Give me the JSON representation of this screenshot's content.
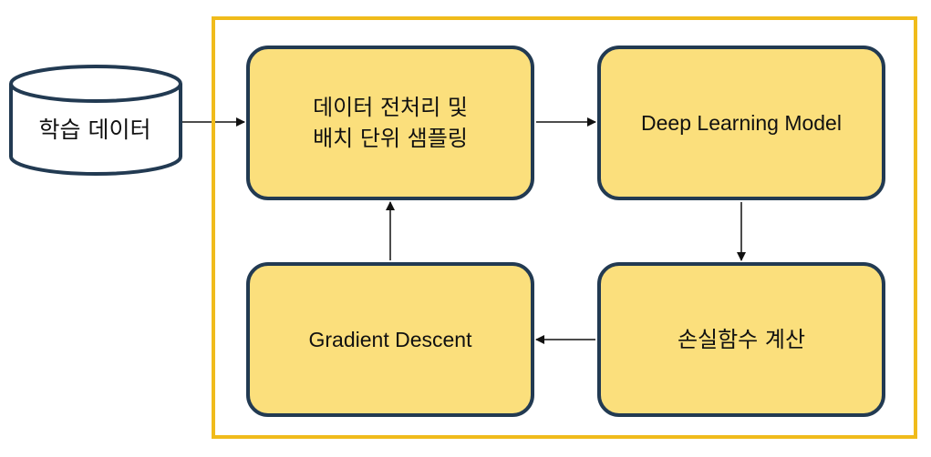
{
  "diagram": {
    "data_source": {
      "label": "학습 데이터"
    },
    "nodes": {
      "preprocess": {
        "line1": "데이터 전처리 및",
        "line2": "배치 단위 샘플링"
      },
      "model": {
        "label": "Deep Learning Model"
      },
      "loss": {
        "label": "손실함수 계산"
      },
      "gradient": {
        "label": "Gradient Descent"
      }
    },
    "colors": {
      "frame_border": "#f0bb1b",
      "box_fill": "#fbdf7c",
      "box_border": "#223a52",
      "arrow": "#111111"
    },
    "edges": [
      {
        "from": "data_source",
        "to": "preprocess"
      },
      {
        "from": "preprocess",
        "to": "model"
      },
      {
        "from": "model",
        "to": "loss"
      },
      {
        "from": "loss",
        "to": "gradient"
      },
      {
        "from": "gradient",
        "to": "preprocess"
      }
    ]
  }
}
